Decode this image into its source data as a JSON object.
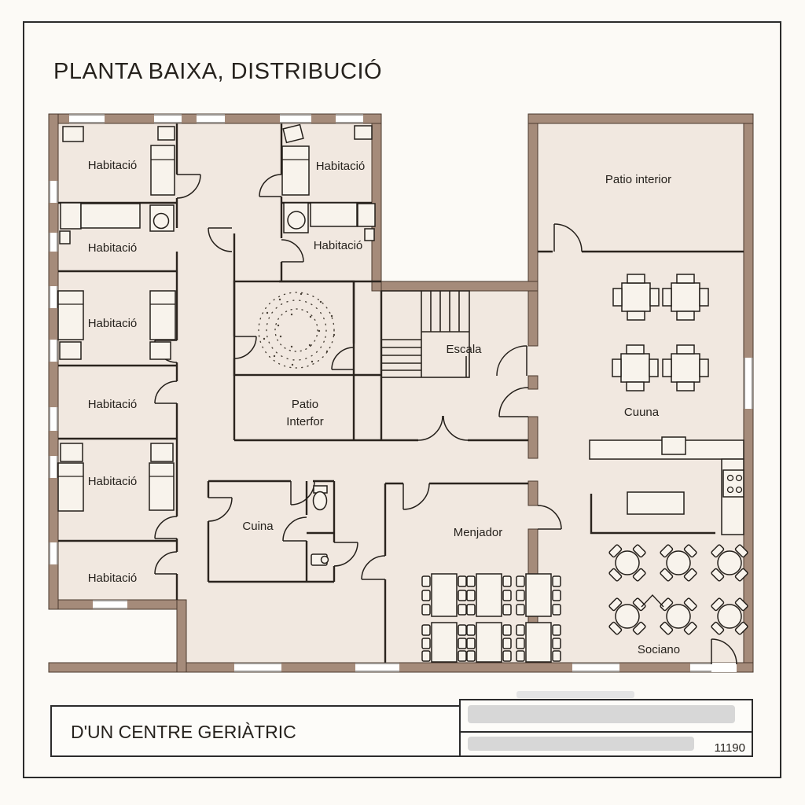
{
  "title_block": {
    "drawing_title": "PLANTA BAIXA, DISTRIBUCIÓ",
    "project_title": "D'UN CENTRE GERIÀTRIC",
    "sheet_number": "11190"
  },
  "room_labels": {
    "habitacio": "Habitació",
    "patio_interior": "Patio interior",
    "escala": "Escala",
    "patio_interfor_line1": "Patio",
    "patio_interfor_line2": "Interfor",
    "cuina": "Cuina",
    "menjador": "Menjador",
    "cuuna": "Cuuna",
    "sociano": "Sociano"
  },
  "colors": {
    "page": "#fcfaf6",
    "floor": "#f1e8e0",
    "wall": "#a58b7a",
    "line": "#2b241e",
    "ink": "#26221d",
    "redact": "#d7d7d7"
  }
}
